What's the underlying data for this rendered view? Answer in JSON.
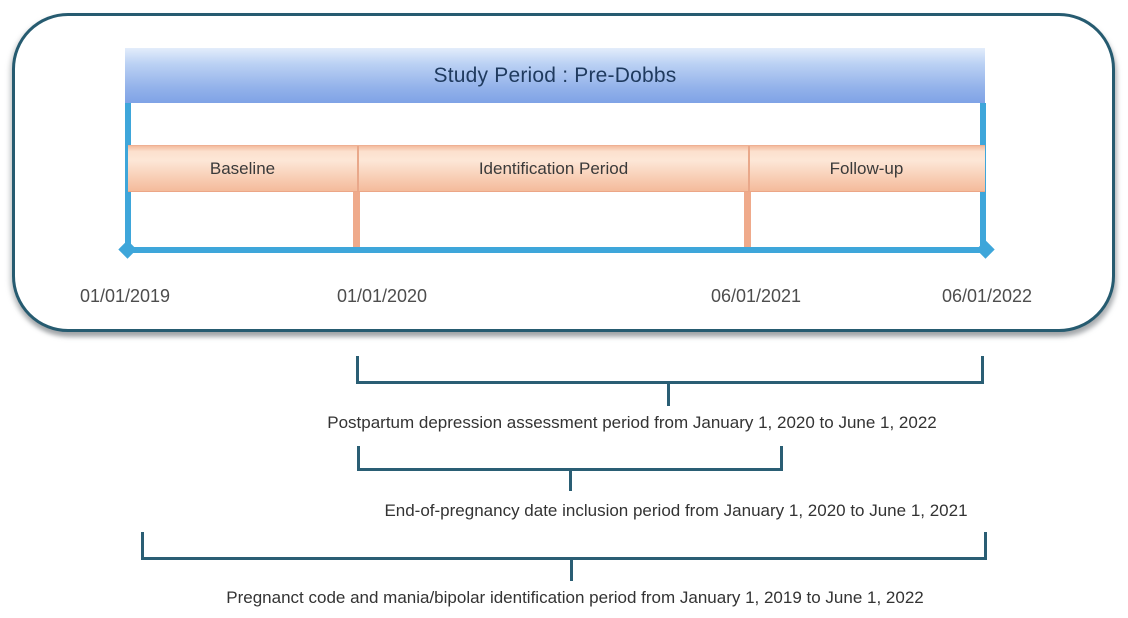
{
  "panel": {
    "title": "Study Period : Pre-Dobbs",
    "segments": [
      {
        "label": "Baseline",
        "start": "01/01/2019",
        "end": "01/01/2020"
      },
      {
        "label": "Identification Period",
        "start": "01/01/2020",
        "end": "06/01/2021"
      },
      {
        "label": "Follow-up",
        "start": "06/01/2021",
        "end": "06/01/2022"
      }
    ],
    "dates": [
      "01/01/2019",
      "01/01/2020",
      "06/01/2021",
      "06/01/2022"
    ]
  },
  "annotations": [
    {
      "label": "Postpartum depression assessment period from January 1, 2020 to June 1, 2022",
      "start": "01/01/2020",
      "end": "06/01/2022"
    },
    {
      "label": "End-of-pregnancy date inclusion period from January 1, 2020 to June 1, 2021",
      "start": "01/01/2020",
      "end": "06/01/2021"
    },
    {
      "label": "Pregnanct code and mania/bipolar identification period from January 1, 2019 to June 1, 2022",
      "start": "01/01/2019",
      "end": "06/01/2022"
    }
  ],
  "colors": {
    "panel_border": "#265b70",
    "timeline_blue": "#3ea6da",
    "header_gradient_top": "#e3edfb",
    "header_gradient_bottom": "#7fa3e6",
    "header_text": "#1f3a5e",
    "phase_gradient_light": "#fde7d7",
    "phase_gradient_dark": "#f4bb9b",
    "phase_tick": "#efaa8b",
    "bracket": "#2a5e74",
    "date_text": "#4d4d4d",
    "annotation_text": "#333333"
  }
}
